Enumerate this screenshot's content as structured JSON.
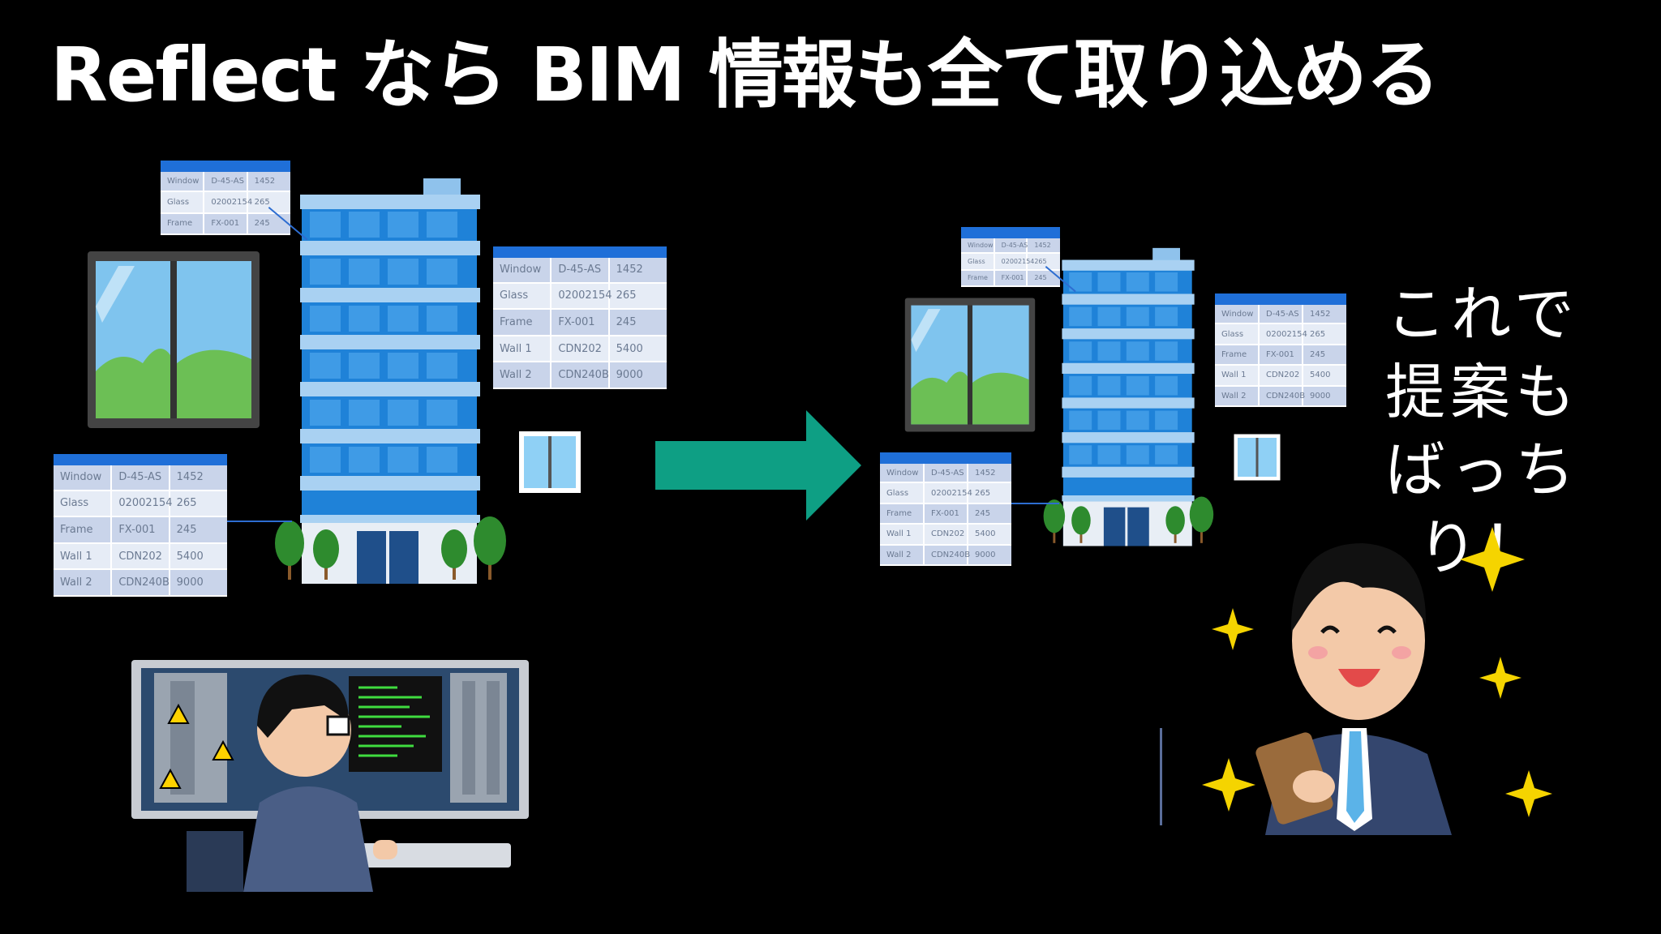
{
  "slide": {
    "title": "Reflect なら BIM 情報も全て取り込める",
    "speech": [
      "これで",
      "提案も",
      "ばっちり！"
    ]
  },
  "tables": {
    "large": {
      "rows": [
        [
          "Window",
          "D-45-AS",
          "1452"
        ],
        [
          "Glass",
          "02002154",
          "265"
        ],
        [
          "Frame",
          "FX-001",
          "245"
        ],
        [
          "Wall 1",
          "CDN202",
          "5400"
        ],
        [
          "Wall 2",
          "CDN240B",
          "9000"
        ]
      ]
    },
    "small": {
      "rows": [
        [
          "Window",
          "D-45-AS",
          "1452"
        ],
        [
          "Glass",
          "02002154",
          "265"
        ],
        [
          "Frame",
          "FX-001",
          "245"
        ]
      ]
    }
  },
  "colors": {
    "arrow": "#0e9f84",
    "table_header": "#1f6fd8",
    "building_glass": "#1f82d8",
    "building_band": "#a9d1f2"
  },
  "icons": [
    "office-building",
    "window",
    "sliding-window",
    "developer-at-computer",
    "happy-businessman",
    "sparkle",
    "right-arrow"
  ]
}
